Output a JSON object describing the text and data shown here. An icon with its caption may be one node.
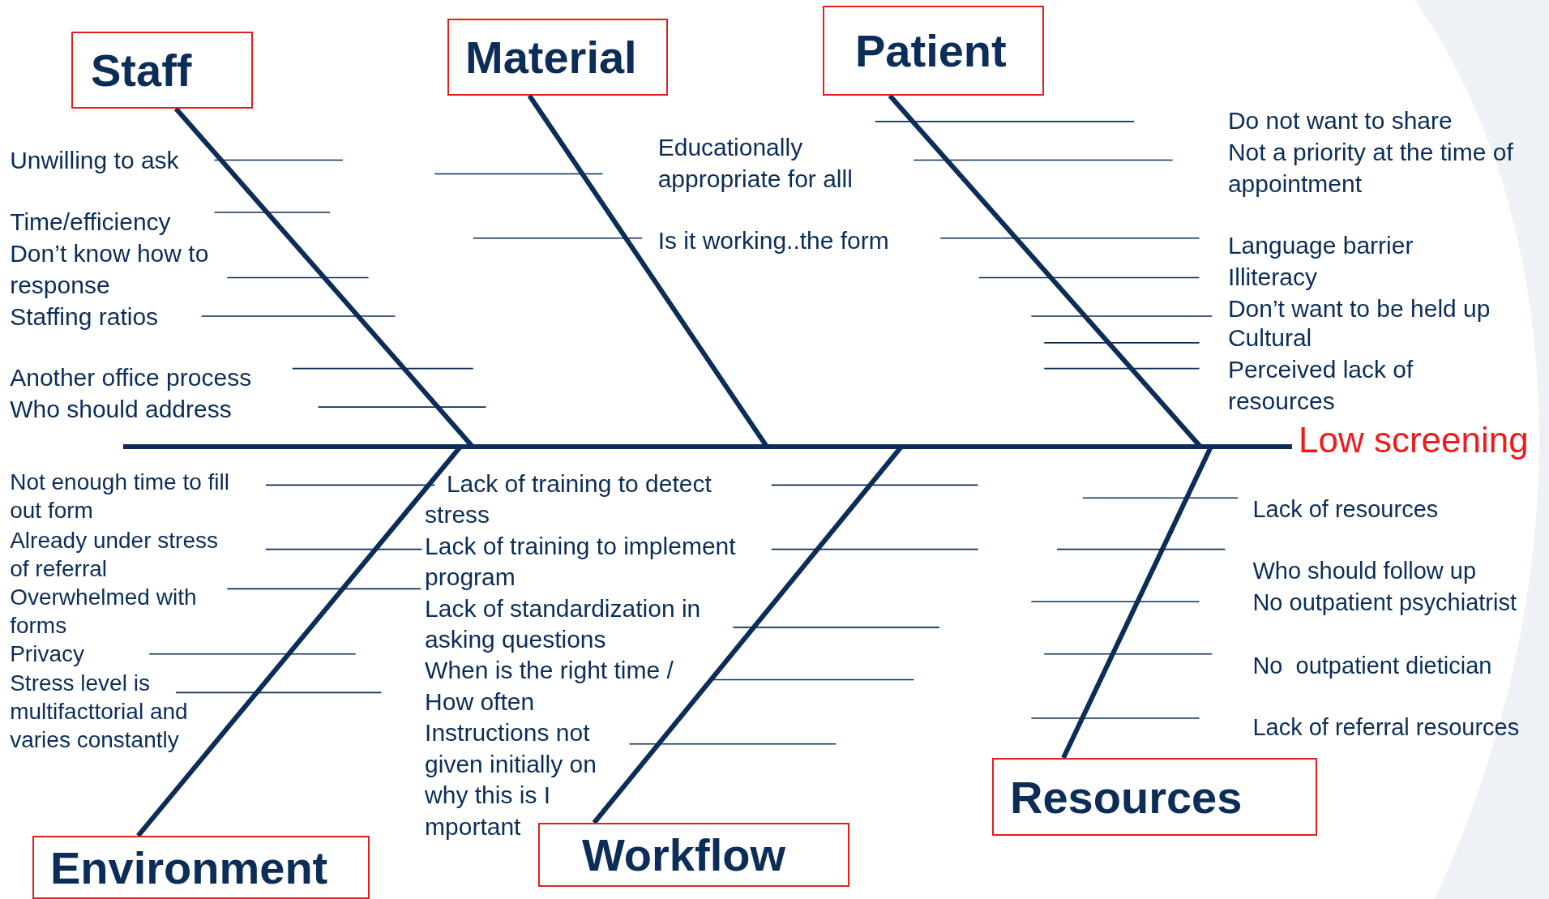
{
  "diagram": {
    "nodes": [
      {
        "text": [
          "Staff"
        ]
      },
      {
        "text": [
          "Material"
        ]
      },
      {
        "text": [
          "Patient"
        ]
      },
      {
        "text": [
          "Low screening"
        ]
      },
      {
        "text": [
          "Environment"
        ]
      },
      {
        "text": [
          "Workflow"
        ]
      },
      {
        "text": [
          "Resources"
        ]
      }
    ],
    "edges": [
      {
        "from": null,
        "to": 3,
        "arrow": "none"
      },
      {
        "from": 0,
        "to": 3,
        "arrow": "none"
      },
      {
        "from": 1,
        "to": 3,
        "arrow": "none"
      },
      {
        "from": 2,
        "to": 3,
        "arrow": "none"
      },
      {
        "from": 4,
        "to": 3,
        "arrow": "none"
      },
      {
        "from": 5,
        "to": 3,
        "arrow": "none"
      },
      {
        "from": 6,
        "to": 3,
        "arrow": "none"
      }
    ],
    "labels": [
      "Unwilling to ask",
      "Time/efficiency",
      "Don’t know how to response",
      "Staffing ratios",
      "Another office process",
      "Who should address",
      "Educationally appropriate for alll",
      "Is it working..the form",
      "Do not want to share",
      "Not a priority at the time of appointment",
      "Language barrier",
      "Illiteracy",
      "Don’t want to be held up",
      "Cultural",
      "Perceived lack of resources",
      "Not enough time to fill out form",
      "Already under stress of referral",
      "Overwhelmed with forms",
      "Privacy",
      "Stress level is multifacttorial and varies constantly",
      "Lack of training to detect stress",
      "Lack of training to implement program",
      "Lack of standardization in asking questions",
      "When is the right time / How often",
      "Instructions not given initially on why this is I mportant",
      "Lack of resources",
      "Who should follow up",
      "No outpatient psychiatrist",
      "No  outpatient dietician",
      "Lack of referral resources"
    ]
  }
}
